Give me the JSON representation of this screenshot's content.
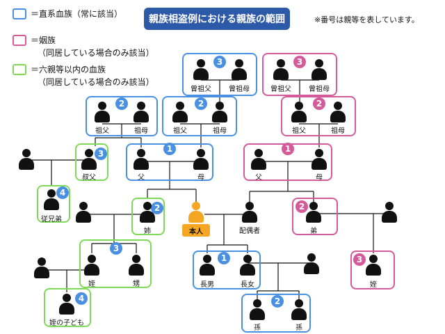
{
  "title": "親族相盗例における親族の範囲",
  "note": "※番号は親等を表しています。",
  "legend": {
    "blue": "＝直系血族（常に該当）",
    "pink": "＝姻族",
    "pink_sub": "（同居している場合のみ該当）",
    "green": "＝六親等以内の血族",
    "green_sub": "（同居している場合のみ該当）"
  },
  "colors": {
    "blue": "#4a90e2",
    "pink": "#d45a9a",
    "green": "#7ed957",
    "title_bg": "#2d5aa8",
    "self": "#f5a623"
  },
  "badges": {
    "great_grand_blue": "3",
    "great_grand_pink": "3",
    "grand_blue_left": "2",
    "grand_blue_right": "2",
    "grand_pink": "2",
    "uncle": "3",
    "parents": "1",
    "in_law_parents": "1",
    "cousin": "4",
    "sister": "2",
    "nephew": "3",
    "children": "1",
    "brother_in_law": "2",
    "niece_in_law": "3",
    "grandchildren": "2",
    "grand_nephew": "4"
  },
  "labels": {
    "great_grandfather": "曾祖父",
    "great_grandmother": "曾祖母",
    "great_grandfather_2": "曾祖父",
    "great_grandmother_2": "曾祖母",
    "grandfather_1": "祖父",
    "grandmother_1": "祖母",
    "grandfather_2": "祖父",
    "grandmother_2": "祖母",
    "grandfather_3": "祖父",
    "grandmother_3": "祖母",
    "uncle": "叔父",
    "father": "父",
    "mother": "母",
    "father_in_law": "父",
    "mother_in_law": "母",
    "cousin": "従兄弟",
    "sister": "姉",
    "self": "本人",
    "spouse": "配偶者",
    "brother_in_law": "弟",
    "nephew": "姪",
    "nephew_2": "甥",
    "eldest_son": "長男",
    "eldest_daughter": "長女",
    "niece_in_law": "姪",
    "grand_nephew": "姪の子ども",
    "grandchild_1": "孫",
    "grandchild_2": "孫"
  }
}
